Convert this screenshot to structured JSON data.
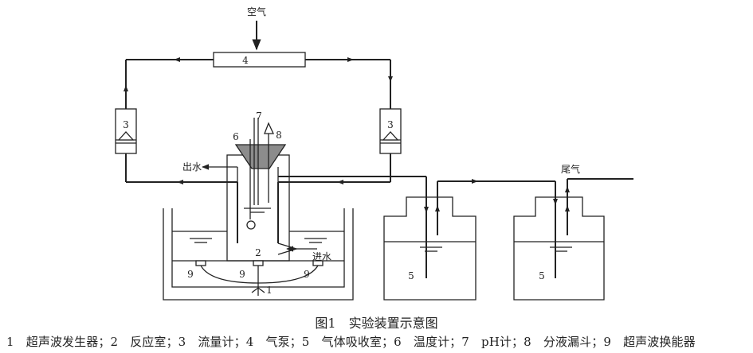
{
  "labels": {
    "air_in": "空气",
    "water_out": "出水",
    "water_in": "进水",
    "tail_gas": "尾气"
  },
  "component_numbers": {
    "ultrasonic_generator": "1",
    "reactor": "2",
    "flowmeter_left": "3",
    "flowmeter_right": "3",
    "air_pump": "4",
    "absorber_1": "5",
    "absorber_2": "5",
    "thermometer": "6",
    "ph_meter": "7",
    "separating_funnel": "8",
    "transducer_left": "9",
    "transducer_center": "9",
    "transducer_right": "9"
  },
  "caption": "图1　实验装置示意图",
  "legend": "1　超声波发生器；2　反应室；3　流量计；4　气泵；5　气体吸收室；6　温度计；7　pH计；8　分液漏斗；9　超声波换能器",
  "colors": {
    "line": "#222222",
    "funnel_fill": "#8c8c8c"
  }
}
